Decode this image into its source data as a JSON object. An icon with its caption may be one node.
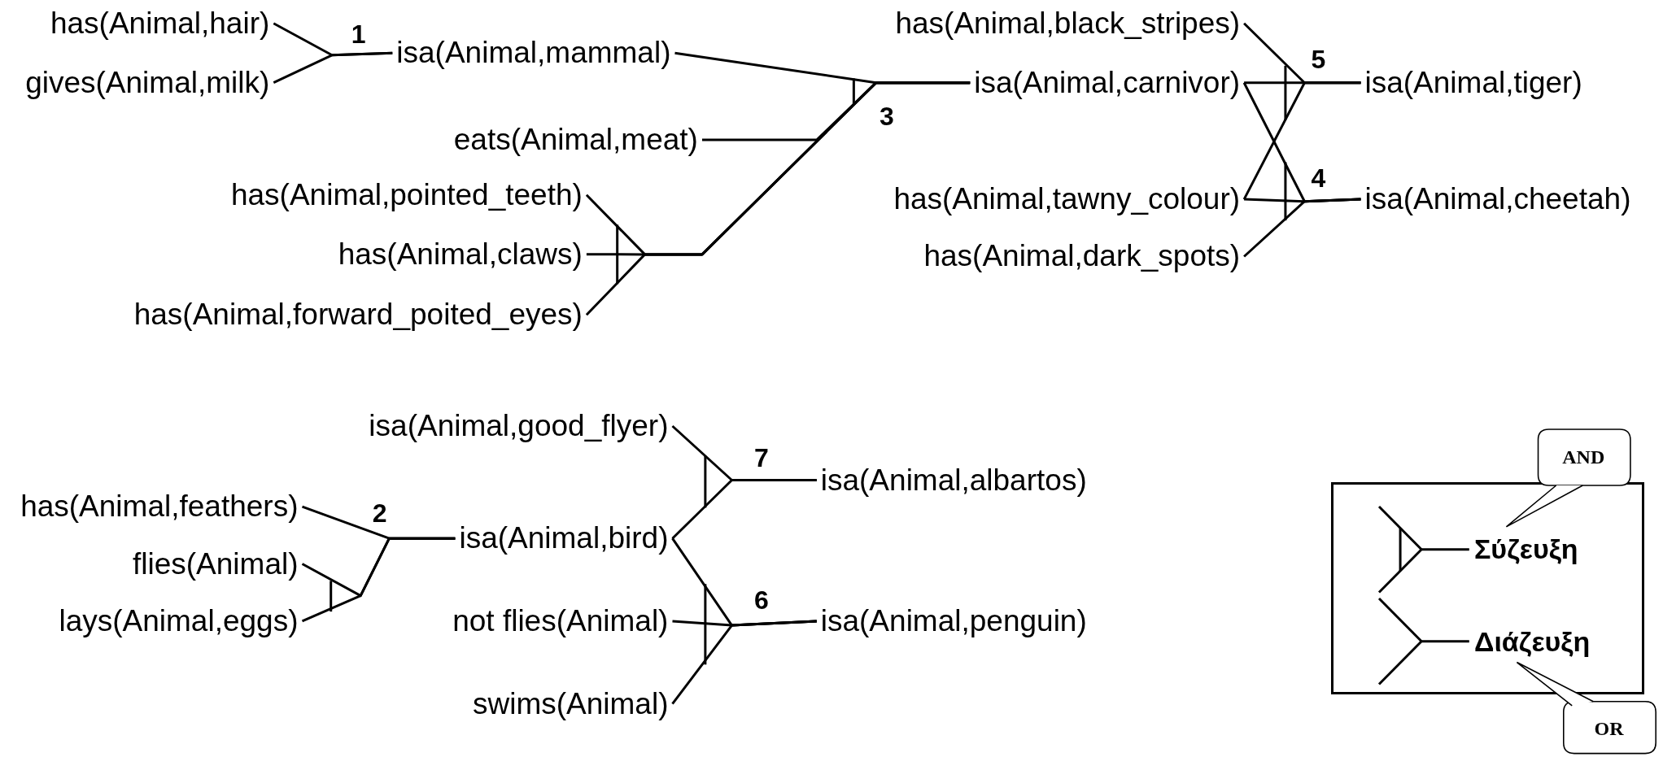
{
  "diagram": {
    "nodes": [
      {
        "text": [
          "has(Animal,hair)"
        ]
      },
      {
        "text": [
          "gives(Animal,milk)"
        ]
      },
      {
        "text": [
          "isa(Animal,mammal)"
        ]
      },
      {
        "text": [
          "eats(Animal,meat)"
        ]
      },
      {
        "text": [
          "has(Animal,pointed_teeth)"
        ]
      },
      {
        "text": [
          "has(Animal,claws)"
        ]
      },
      {
        "text": [
          "has(Animal,forward_poited_eyes)"
        ]
      },
      {
        "text": [
          "has(Animal,black_stripes)"
        ]
      },
      {
        "text": [
          "isa(Animal,carnivor)"
        ]
      },
      {
        "text": [
          "isa(Animal,tiger)"
        ]
      },
      {
        "text": [
          "has(Animal,tawny_colour)"
        ]
      },
      {
        "text": [
          "isa(Animal,cheetah)"
        ]
      },
      {
        "text": [
          "has(Animal,dark_spots)"
        ]
      },
      {
        "text": [
          "isa(Animal,good_flyer)"
        ]
      },
      {
        "text": [
          "isa(Animal,albartos)"
        ]
      },
      {
        "text": [
          "has(Animal,feathers)"
        ]
      },
      {
        "text": [
          "isa(Animal,bird)"
        ]
      },
      {
        "text": [
          "flies(Animal)"
        ]
      },
      {
        "text": [
          "lays(Animal,eggs)"
        ]
      },
      {
        "text": [
          "not flies(Animal)"
        ]
      },
      {
        "text": [
          "isa(Animal,penguin)"
        ]
      },
      {
        "text": [
          "swims(Animal)"
        ]
      },
      {
        "text": [
          "AND"
        ]
      },
      {
        "text": [
          "OR"
        ]
      }
    ],
    "edges": [
      {
        "from": 0,
        "to": 2,
        "arrow": "none"
      },
      {
        "from": 1,
        "to": 2,
        "arrow": "none"
      },
      {
        "from": 2,
        "to": 8,
        "arrow": "none"
      },
      {
        "from": 3,
        "to": 8,
        "arrow": "none"
      },
      {
        "from": 4,
        "to": 8,
        "arrow": "none"
      },
      {
        "from": 5,
        "to": 8,
        "arrow": "none"
      },
      {
        "from": 6,
        "to": 8,
        "arrow": "none"
      },
      {
        "from": 7,
        "to": 9,
        "arrow": "none"
      },
      {
        "from": 8,
        "to": 9,
        "arrow": "none"
      },
      {
        "from": 10,
        "to": 9,
        "arrow": "none"
      },
      {
        "from": 8,
        "to": 11,
        "arrow": "none"
      },
      {
        "from": 10,
        "to": 11,
        "arrow": "none"
      },
      {
        "from": 12,
        "to": 11,
        "arrow": "none"
      },
      {
        "from": 15,
        "to": 16,
        "arrow": "none"
      },
      {
        "from": 17,
        "to": 16,
        "arrow": "none"
      },
      {
        "from": 18,
        "to": 16,
        "arrow": "none"
      },
      {
        "from": 13,
        "to": 14,
        "arrow": "none"
      },
      {
        "from": 16,
        "to": 14,
        "arrow": "none"
      },
      {
        "from": 16,
        "to": 20,
        "arrow": "none"
      },
      {
        "from": 19,
        "to": 20,
        "arrow": "none"
      },
      {
        "from": 21,
        "to": 20,
        "arrow": "none"
      }
    ],
    "labels": [
      "1",
      "5",
      "3",
      "4",
      "7",
      "2",
      "6"
    ],
    "legend": [
      {
        "text": "Σύζευξη"
      },
      {
        "text": "Διάζευξη"
      }
    ]
  }
}
